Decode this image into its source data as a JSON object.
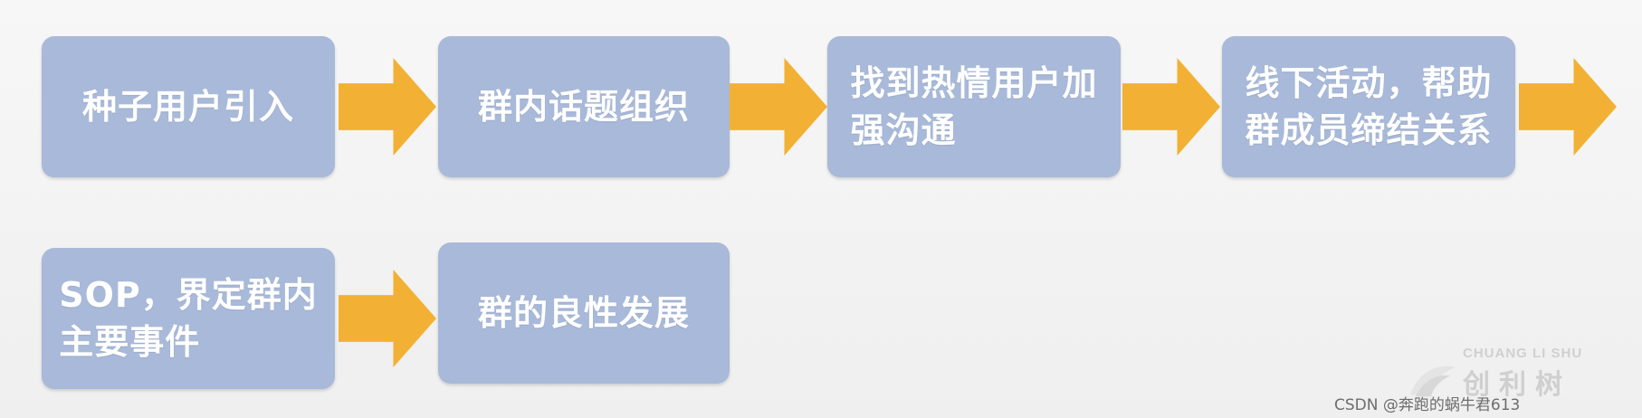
{
  "colors": {
    "node_fill": "#a8b9d9",
    "node_text": "#ffffff",
    "arrow_fill": "#f2b134",
    "background": "#f3f3f3"
  },
  "nodes": [
    {
      "id": "n1",
      "lines": [
        "种子用户引入"
      ]
    },
    {
      "id": "n2",
      "lines": [
        "群内话题组织"
      ]
    },
    {
      "id": "n3",
      "lines": [
        "找到热情用户加",
        "强沟通"
      ]
    },
    {
      "id": "n4",
      "lines": [
        "线下活动，帮助",
        "群成员缔结关系"
      ]
    },
    {
      "id": "n5",
      "lines": [
        "SOP，界定群内",
        "主要事件"
      ]
    },
    {
      "id": "n6",
      "lines": [
        "群的良性发展"
      ]
    }
  ],
  "edges": [
    {
      "from": "n1",
      "to": "n2"
    },
    {
      "from": "n2",
      "to": "n3"
    },
    {
      "from": "n3",
      "to": "n4"
    },
    {
      "from": "n4",
      "to": "n5"
    },
    {
      "from": "n5",
      "to": "n6"
    }
  ],
  "watermark": {
    "brand_en": "CHUANG LI SHU",
    "brand_cn": "创利树",
    "csdn_text": "CSDN @奔跑的蜗牛君613"
  }
}
